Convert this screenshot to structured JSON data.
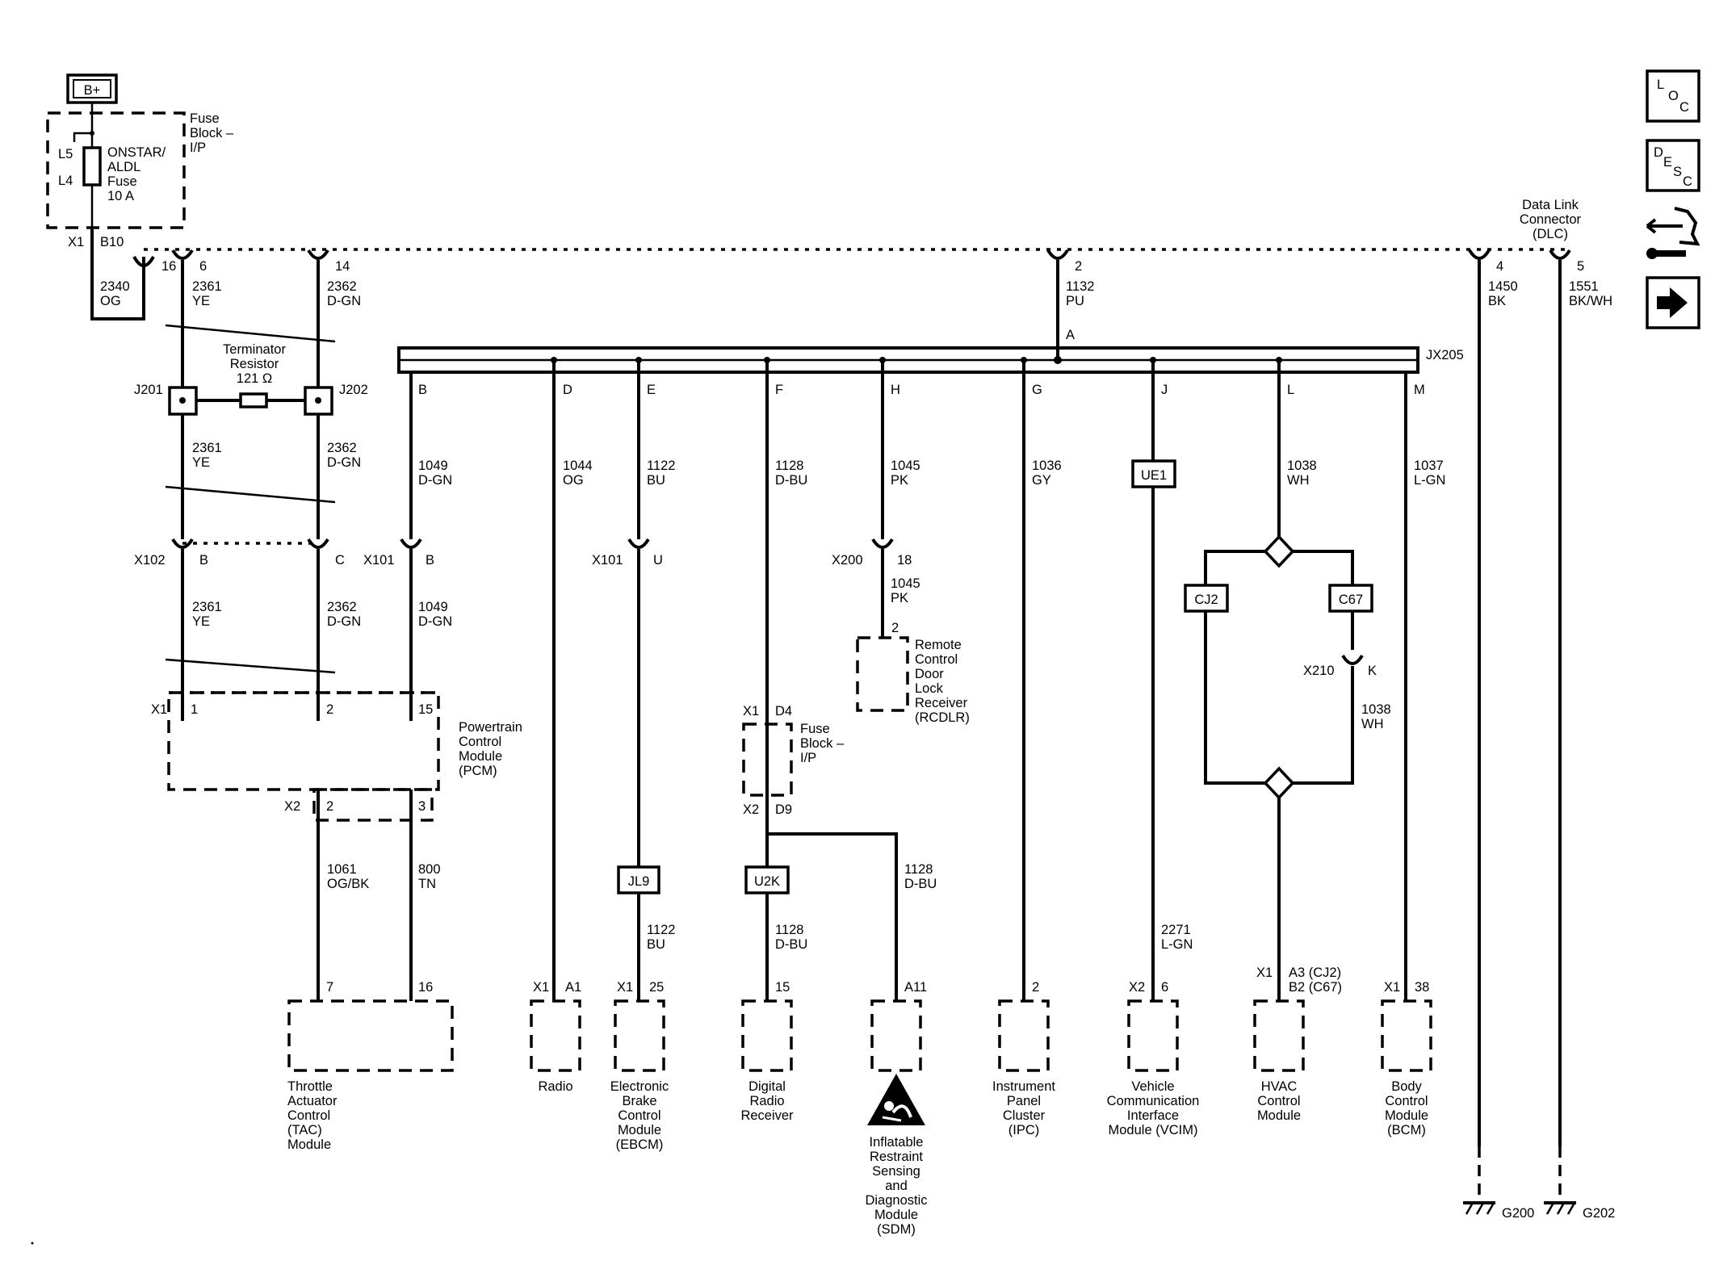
{
  "power": {
    "label": "B+"
  },
  "fuse_top": {
    "pins": [
      "L5",
      "L4"
    ],
    "name_lines": [
      "ONSTAR/",
      "ALDL",
      "Fuse",
      "10 A"
    ],
    "block_lines": [
      "Fuse",
      "Block –",
      "I/P"
    ],
    "conn": "X1",
    "pin": "B10"
  },
  "wires": {
    "w2340": [
      "2340",
      "OG"
    ],
    "w2361": [
      "2361",
      "YE"
    ],
    "w2362": [
      "2362",
      "D-GN"
    ],
    "w1132": [
      "1132",
      "PU"
    ],
    "w1450": [
      "1450",
      "BK"
    ],
    "w1551": [
      "1551",
      "BK/WH"
    ],
    "w1049": [
      "1049",
      "D-GN"
    ],
    "w1044": [
      "1044",
      "OG"
    ],
    "w1122": [
      "1122",
      "BU"
    ],
    "w1128": [
      "1128",
      "D-BU"
    ],
    "w1045": [
      "1045",
      "PK"
    ],
    "w1036": [
      "1036",
      "GY"
    ],
    "w1038": [
      "1038",
      "WH"
    ],
    "w1037": [
      "1037",
      "L-GN"
    ],
    "w1061": [
      "1061",
      "OG/BK"
    ],
    "w800": [
      "800",
      "TN"
    ],
    "w2271": [
      "2271",
      "L-GN"
    ]
  },
  "dlc": {
    "lines": [
      "Data Link",
      "Connector",
      "(DLC)"
    ],
    "pins": {
      "p16": "16",
      "p6": "6",
      "p14": "14",
      "p2": "2",
      "p4": "4",
      "p5": "5"
    }
  },
  "terminator": {
    "lines": [
      "Terminator",
      "Resistor",
      "121 Ω"
    ],
    "left": "J201",
    "right": "J202"
  },
  "splice": {
    "name": "JX205",
    "in": "A",
    "pins": [
      "B",
      "D",
      "E",
      "F",
      "H",
      "G",
      "J",
      "L",
      "M"
    ]
  },
  "connectors": {
    "x102": "X102",
    "x102b": "B",
    "x102c": "C",
    "x101": "X101",
    "x101b": "B",
    "x101u": "U",
    "x200": "X200",
    "x200p": "18",
    "x210": "X210",
    "x210p": "K"
  },
  "inline": {
    "ue1": "UE1",
    "cj2": "CJ2",
    "c67": "C67",
    "jl9": "JL9",
    "u2k": "U2K"
  },
  "pcm": {
    "lines": [
      "Powertrain",
      "Control",
      "Module",
      "(PCM)"
    ],
    "x1": "X1",
    "p1": "1",
    "p2": "2",
    "p15": "15",
    "x2": "X2",
    "q2": "2",
    "q3": "3"
  },
  "rcdlr": {
    "pin": "2",
    "lines": [
      "Remote",
      "Control",
      "Door",
      "Lock",
      "Receiver",
      "(RCDLR)"
    ]
  },
  "fuse_mid": {
    "x1": "X1",
    "d4": "D4",
    "x2": "X2",
    "d9": "D9",
    "lines": [
      "Fuse",
      "Block –",
      "I/P"
    ]
  },
  "modules": {
    "tac": {
      "pins": [
        "7",
        "16"
      ],
      "lines": [
        "Throttle",
        "Actuator",
        "Control",
        "(TAC)",
        "Module"
      ]
    },
    "radio": {
      "conn": "X1",
      "pin": "A1",
      "lines": [
        "Radio"
      ]
    },
    "ebcm": {
      "conn": "X1",
      "pin": "25",
      "lines": [
        "Electronic",
        "Brake",
        "Control",
        "Module",
        "(EBCM)"
      ]
    },
    "drr": {
      "pin": "15",
      "lines": [
        "Digital",
        "Radio",
        "Receiver"
      ]
    },
    "sdm": {
      "pin": "A11",
      "lines": [
        "Inflatable",
        "Restraint",
        "Sensing",
        "and",
        "Diagnostic",
        "Module",
        "(SDM)"
      ]
    },
    "ipc": {
      "pin": "2",
      "lines": [
        "Instrument",
        "Panel",
        "Cluster",
        "(IPC)"
      ]
    },
    "vcim": {
      "conn": "X2",
      "pin": "6",
      "lines": [
        "Vehicle",
        "Communication",
        "Interface",
        "Module (VCIM)"
      ]
    },
    "hvac": {
      "conn": "X1",
      "pins": [
        "A3 (CJ2)",
        "B2 (C67)"
      ],
      "lines": [
        "HVAC",
        "Control",
        "Module"
      ]
    },
    "bcm": {
      "conn": "X1",
      "pin": "38",
      "lines": [
        "Body",
        "Control",
        "Module",
        "(BCM)"
      ]
    }
  },
  "grounds": {
    "g200": "G200",
    "g202": "G202"
  },
  "sidebar": {
    "loc": [
      "L",
      "O",
      "C"
    ],
    "desc": [
      "D",
      "E",
      "S",
      "C"
    ],
    "icons": [
      "connector-end-view-icon",
      "arrow-right-icon"
    ]
  }
}
